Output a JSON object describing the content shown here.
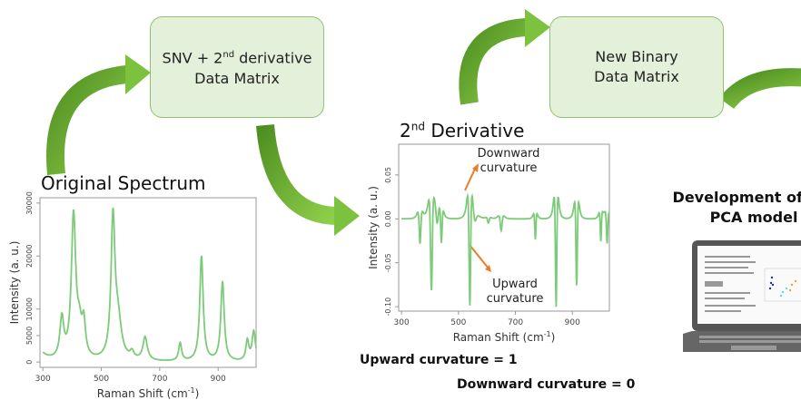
{
  "boxes": {
    "box1": {
      "line1": "SNV + 2",
      "sup": "nd",
      "line1b": " derivative",
      "line2": "Data Matrix"
    },
    "box2": {
      "line1": "New Binary",
      "line2": "Data Matrix"
    }
  },
  "titles": {
    "original": "Original Spectrum",
    "deriv_base": "2",
    "deriv_sup": "nd",
    "deriv_rest": " Derivative"
  },
  "annotations": {
    "downward": [
      "Downward",
      "curvature"
    ],
    "upward": [
      "Upward",
      "curvature"
    ]
  },
  "rules": {
    "upward": "Upward curvature = 1",
    "downward": "Downward curvature = 0"
  },
  "pca": {
    "line1": "Development of the",
    "line2": "PCA model"
  },
  "colors": {
    "line": "#7ccb78",
    "arrow": "#6fb43a",
    "orange": "#ee7a2c",
    "box": "#e3f1da"
  },
  "chart_data": [
    {
      "type": "line",
      "title": "Original Spectrum",
      "xlabel": "Raman Shift (cm-1)",
      "ylabel": "Intensity (a. u.)",
      "xlim": [
        290,
        1030
      ],
      "ylim": [
        -1000,
        31000
      ],
      "xticks": [
        300,
        500,
        700,
        900
      ],
      "yticks": [
        0,
        5000,
        10000,
        20000,
        30000
      ],
      "peaks": [
        [
          285,
          2000,
          25
        ],
        [
          365,
          7500,
          8
        ],
        [
          405,
          27000,
          9
        ],
        [
          425,
          5000,
          10
        ],
        [
          440,
          6000,
          7
        ],
        [
          540,
          26000,
          8
        ],
        [
          557,
          7000,
          14
        ],
        [
          605,
          1300,
          8
        ],
        [
          650,
          4400,
          9
        ],
        [
          770,
          3400,
          6
        ],
        [
          843,
          19800,
          7
        ],
        [
          915,
          15000,
          7
        ],
        [
          1000,
          3800,
          6
        ],
        [
          1022,
          5600,
          7
        ]
      ]
    },
    {
      "type": "line",
      "title": "2nd Derivative",
      "xlabel": "Raman Shift (cm-1)",
      "ylabel": "Intensity (a. u.)",
      "xlim": [
        290,
        1030
      ],
      "ylim": [
        -0.105,
        0.085
      ],
      "xticks": [
        300,
        500,
        700,
        900
      ],
      "yticks": [
        -0.1,
        -0.05,
        0.0,
        0.05
      ],
      "min_value": -0.1
    }
  ]
}
